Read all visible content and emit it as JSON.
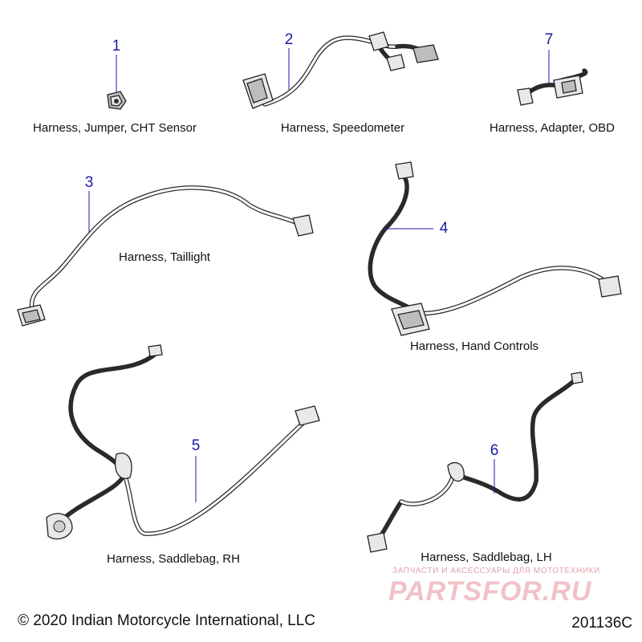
{
  "parts": [
    {
      "callout": "1",
      "label": "Harness, Jumper, CHT Sensor"
    },
    {
      "callout": "2",
      "label": "Harness, Speedometer"
    },
    {
      "callout": "7",
      "label": "Harness, Adapter, OBD"
    },
    {
      "callout": "3",
      "label": "Harness, Taillight"
    },
    {
      "callout": "4",
      "label": "Harness, Hand Controls"
    },
    {
      "callout": "5",
      "label": "Harness, Saddlebag, RH"
    },
    {
      "callout": "6",
      "label": "Harness, Saddlebag, LH"
    }
  ],
  "footer": {
    "copyright": "© 2020 Indian Motorcycle International, LLC",
    "diagram_number": "201136C"
  },
  "watermark": {
    "tagline": "ЗАПЧАСТИ И АКСЕССУАРЫ ДЛЯ МОТОТЕХНИКИ",
    "logo": "PARTSFOR.RU"
  }
}
